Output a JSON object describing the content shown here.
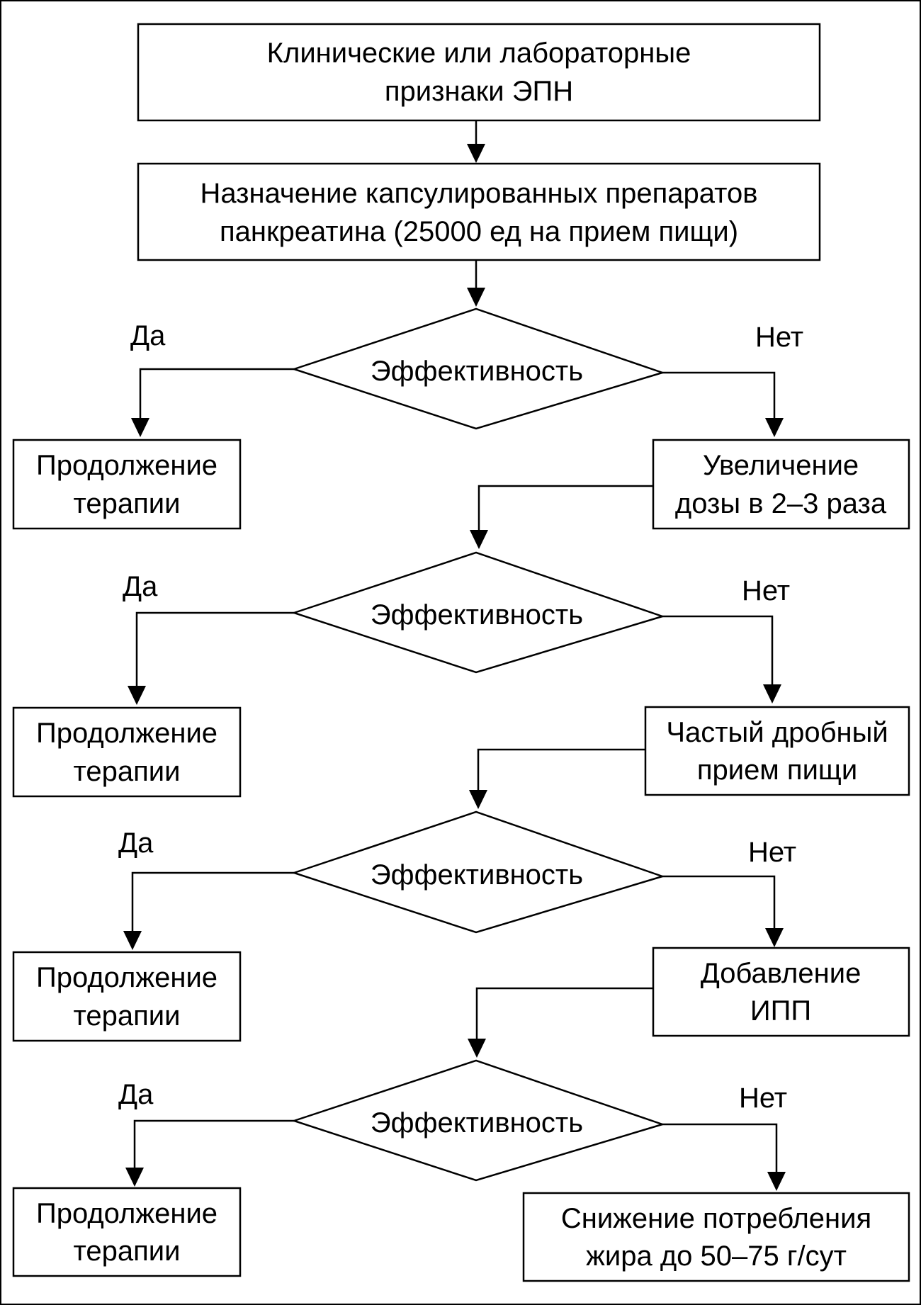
{
  "nodes": {
    "start": [
      "Клинические или лабораторные",
      "признаки ЭПН"
    ],
    "prescribe": [
      "Назначение капсулированных препаратов",
      "панкреатина (25000 ед на прием пищи)"
    ],
    "increase_dose": [
      "Увеличение",
      "дозы в 2–3 раза"
    ],
    "frequent_meals": [
      "Частый дробный",
      "прием пищи"
    ],
    "add_ppi": [
      "Добавление",
      "ИПП"
    ],
    "reduce_fat": [
      "Снижение потребления",
      "жира до 50–75 г/сут"
    ],
    "continue_therapy": [
      "Продолжение",
      "терапии"
    ]
  },
  "decision_label": "Эффективность",
  "branch_labels": {
    "yes": "Да",
    "no": "Нет"
  }
}
